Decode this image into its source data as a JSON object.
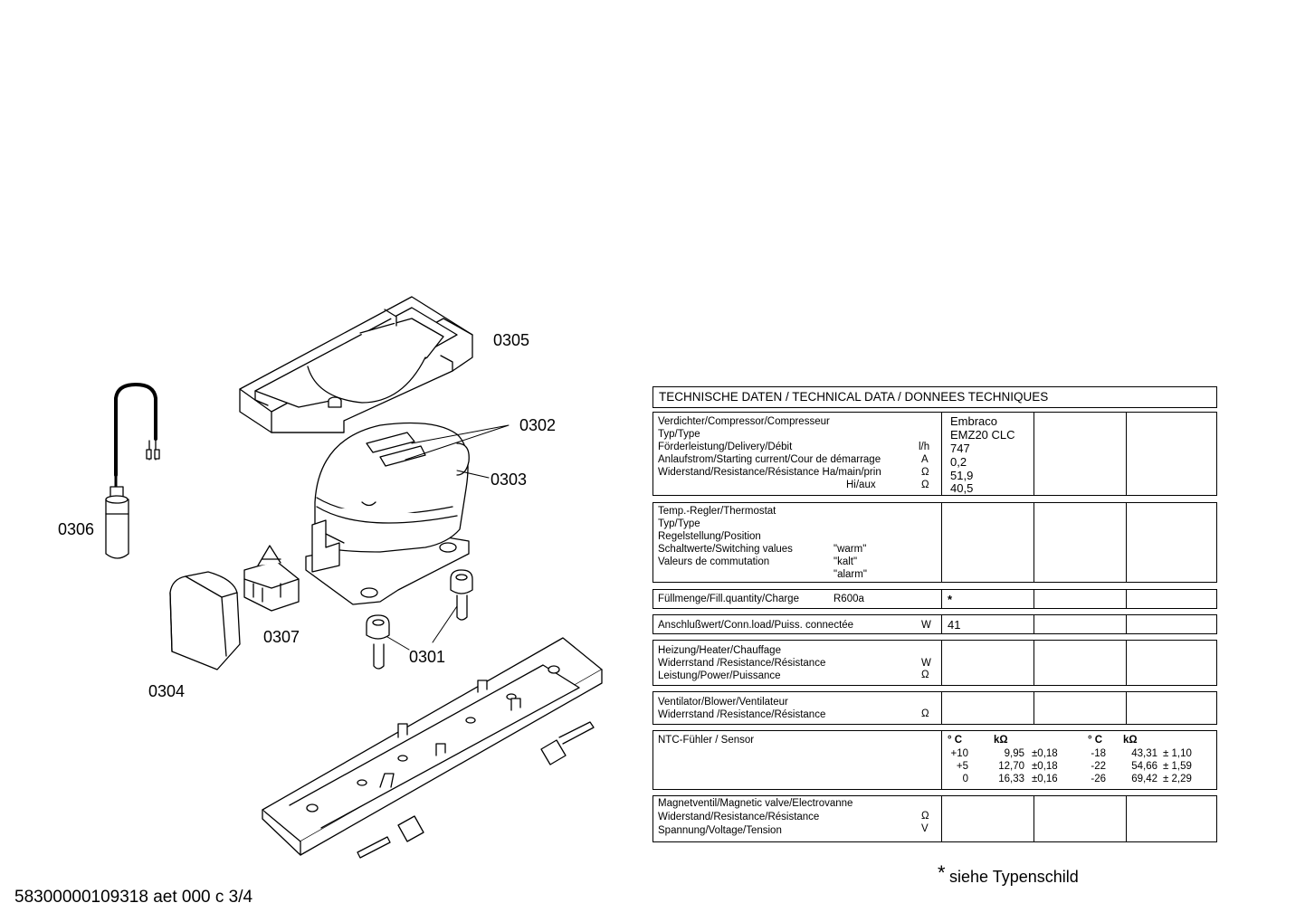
{
  "callouts": {
    "c0301": "0301",
    "c0302": "0302",
    "c0303": "0303",
    "c0304": "0304",
    "c0305": "0305",
    "c0306": "0306",
    "c0307": "0307"
  },
  "footer": {
    "doc_id": "58300000109318 aet 000 c 3/4",
    "note_star": "*",
    "note_text": "siehe Typenschild"
  },
  "table": {
    "title": "TECHNISCHE DATEN / TECHNICAL DATA / DONNEES TECHNIQUES",
    "compressor": {
      "l1": "Verdichter/Compressor/Compresseur",
      "l2": "Typ/Type",
      "l3": "Förderleistung/Delivery/Débit",
      "l4": "Anlaufstrom/Starting current/Cour de démarrage",
      "l5": "Widerstand/Resistance/Résistance Ha/main/prin",
      "l6": "Hi/aux",
      "u3": "l/h",
      "u4": "A",
      "u5": "Ω",
      "u6": "Ω",
      "v1": "Embraco",
      "v2": "EMZ20 CLC",
      "v3": "747",
      "v4": "0,2",
      "v5": "51,9",
      "v6": "40,5"
    },
    "thermostat": {
      "l1": "Temp.-Regler/Thermostat",
      "l2": "Typ/Type",
      "l3": "Regelstellung/Position",
      "l4": "Schaltwerte/Switching values",
      "l5": "Valeurs de commutation",
      "s1": "\"warm\"",
      "s2": "\"kalt\"",
      "s3": "\"alarm\""
    },
    "charge": {
      "label": "Füllmenge/Fill.quantity/Charge",
      "refrigerant": "R600a",
      "value": "*"
    },
    "load": {
      "label": "Anschlußwert/Conn.load/Puiss. connectée",
      "unit": "W",
      "value": "41"
    },
    "heater": {
      "l1": "Heizung/Heater/Chauffage",
      "l2": "Widerrstand /Resistance/Résistance",
      "l3": "Leistung/Power/Puissance",
      "u2": "W",
      "u3": "Ω"
    },
    "blower": {
      "l1": "Ventilator/Blower/Ventilateur",
      "l2": "Widerrstand /Resistance/Résistance",
      "u2": "Ω"
    },
    "ntc": {
      "label": "NTC-Fühler / Sensor",
      "h_c": "° C",
      "h_k": "kΩ",
      "rows_left": [
        {
          "c": "+10",
          "k": "9,95",
          "tol": "±0,18"
        },
        {
          "c": "+5",
          "k": "12,70",
          "tol": "±0,18"
        },
        {
          "c": "0",
          "k": "16,33",
          "tol": "±0,16"
        }
      ],
      "rows_right": [
        {
          "c": "-18",
          "k": "43,31",
          "tol": "± 1,10"
        },
        {
          "c": "-22",
          "k": "54,66",
          "tol": "± 1,59"
        },
        {
          "c": "-26",
          "k": "69,42",
          "tol": "± 2,29"
        }
      ]
    },
    "valve": {
      "l1": "Magnetventil/Magnetic valve/Electrovanne",
      "l2": "Widerstand/Resistance/Résistance",
      "l3": "Spannung/Voltage/Tension",
      "u2": "Ω",
      "u3": "V"
    }
  }
}
